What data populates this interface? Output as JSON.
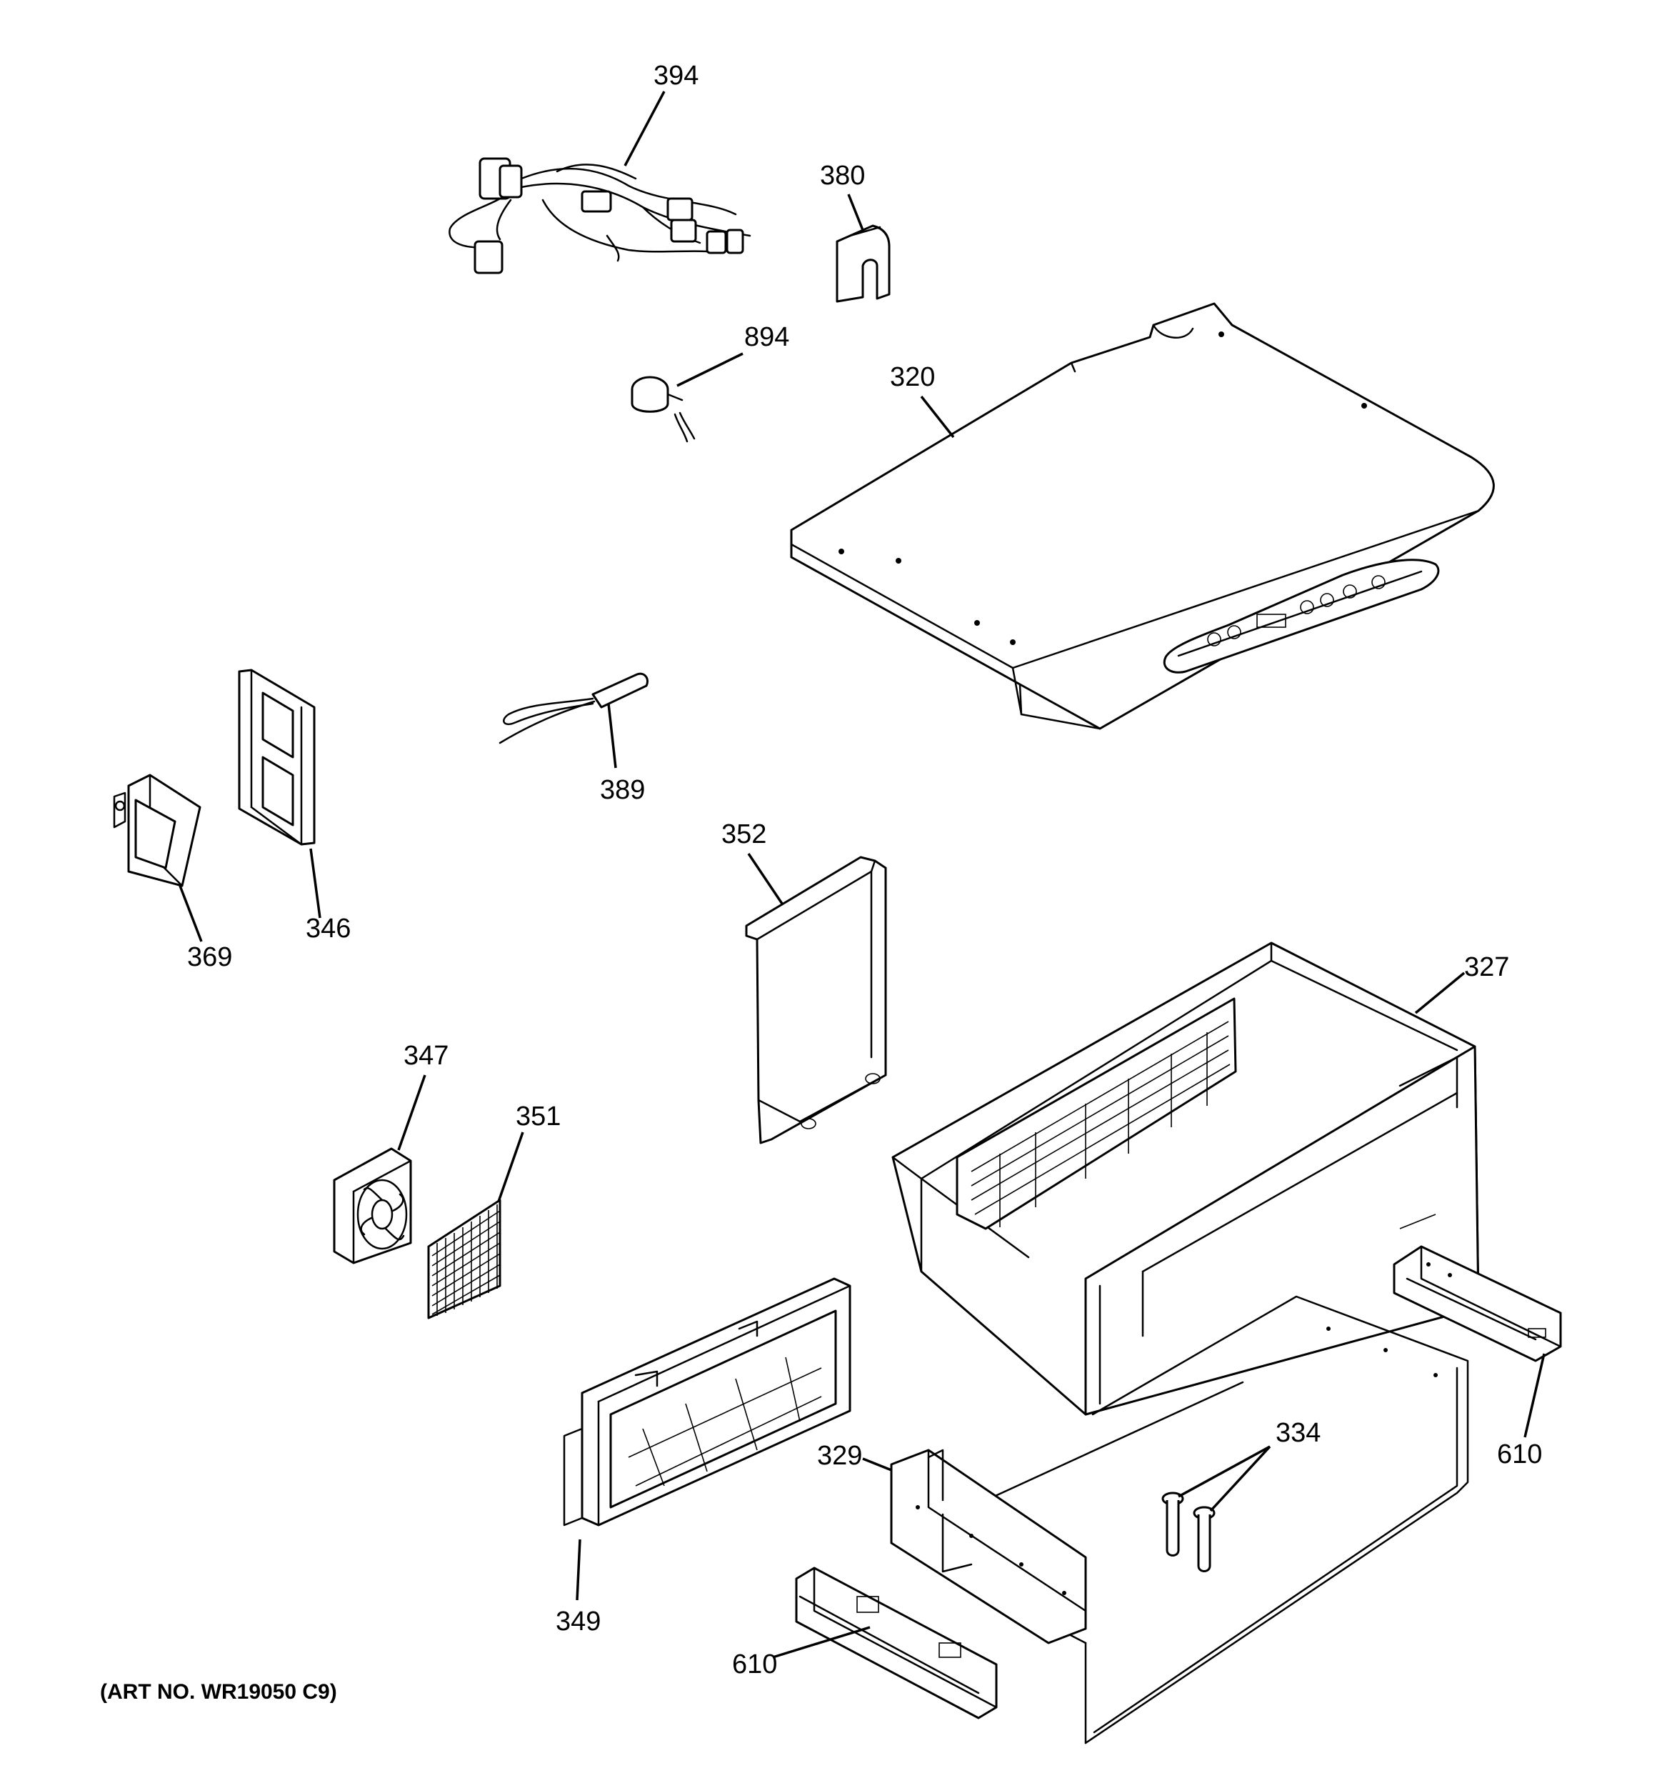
{
  "parts": [
    {
      "id": "p394",
      "label": "394"
    },
    {
      "id": "p380",
      "label": "380"
    },
    {
      "id": "p894",
      "label": "894"
    },
    {
      "id": "p320",
      "label": "320"
    },
    {
      "id": "p389",
      "label": "389"
    },
    {
      "id": "p346",
      "label": "346"
    },
    {
      "id": "p369",
      "label": "369"
    },
    {
      "id": "p352",
      "label": "352"
    },
    {
      "id": "p327",
      "label": "327"
    },
    {
      "id": "p347",
      "label": "347"
    },
    {
      "id": "p351",
      "label": "351"
    },
    {
      "id": "p610a",
      "label": "610"
    },
    {
      "id": "p334",
      "label": "334"
    },
    {
      "id": "p329",
      "label": "329"
    },
    {
      "id": "p349",
      "label": "349"
    },
    {
      "id": "p610b",
      "label": "610"
    }
  ],
  "art_number": "(ART NO. WR19050 C9)"
}
